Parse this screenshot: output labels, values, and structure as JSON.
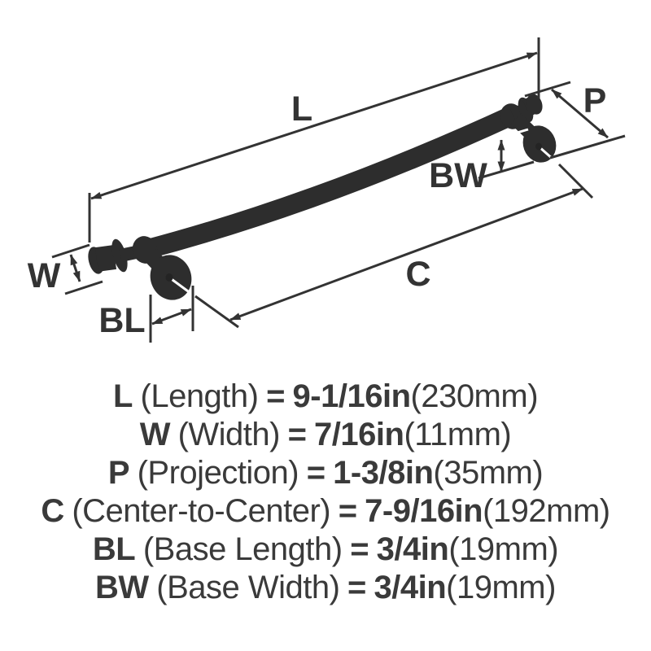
{
  "diagram": {
    "labels": {
      "L": "L",
      "W": "W",
      "P": "P",
      "C": "C",
      "BL": "BL",
      "BW": "BW"
    }
  },
  "specs": [
    {
      "abbr": "L",
      "name": "(Length)",
      "eq": "=",
      "inches": "9-1/16in",
      "mm": "(230mm)"
    },
    {
      "abbr": "W",
      "name": "(Width)",
      "eq": "=",
      "inches": "7/16in",
      "mm": "(11mm)"
    },
    {
      "abbr": "P",
      "name": "(Projection)",
      "eq": "=",
      "inches": "1-3/8in",
      "mm": "(35mm)"
    },
    {
      "abbr": "C",
      "name": "(Center-to-Center)",
      "eq": "=",
      "inches": "7-9/16in",
      "mm": "(192mm)"
    },
    {
      "abbr": "BL",
      "name": "(Base Length)",
      "eq": "=",
      "inches": "3/4in",
      "mm": "(19mm)"
    },
    {
      "abbr": "BW",
      "name": "(Base Width)",
      "eq": "=",
      "inches": "3/4in",
      "mm": "(19mm)"
    }
  ],
  "colors": {
    "background": "#ffffff",
    "handle": "#2d2d2d",
    "line": "#333333",
    "text": "#3a3a3a"
  }
}
